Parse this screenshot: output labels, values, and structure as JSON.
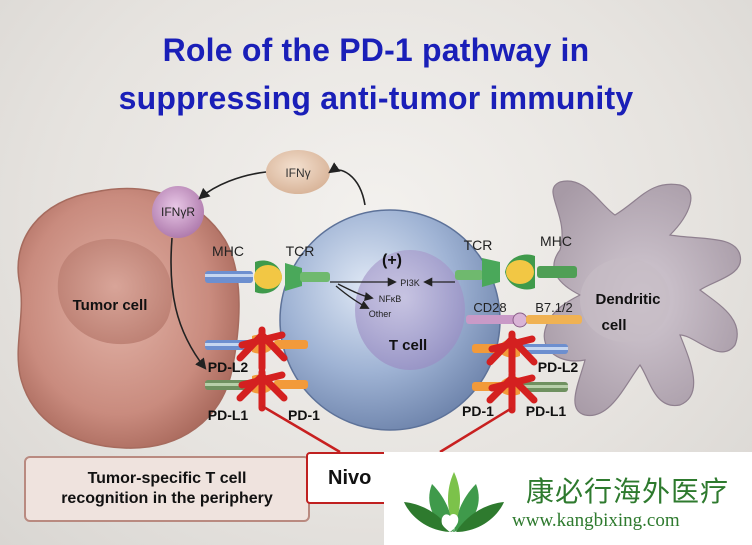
{
  "title": {
    "line1": "Role of the PD-1 pathway in",
    "line2": "suppressing anti-tumor immunity"
  },
  "labels": {
    "ifng": "IFNγ",
    "ifngr": "IFNγR",
    "mhc_left": "MHC",
    "tcr_left": "TCR",
    "plus": "(+)",
    "tcr_right": "TCR",
    "mhc_right": "MHC",
    "pi3k": "PI3K",
    "nfkb": "NFκB",
    "other": "Other",
    "tumor_cell": "Tumor cell",
    "t_cell": "T cell",
    "dendritic_line1": "Dendritic",
    "dendritic_line2": "cell",
    "cd28": "CD28",
    "b7": "B7.1/2",
    "pdl2_left": "PD-L2",
    "pdl1_left": "PD-L1",
    "pd1_left": "PD-1",
    "pd1_right": "PD-1",
    "pdl2_right": "PD-L2",
    "pdl1_right": "PD-L1"
  },
  "caption": {
    "line1": "Tumor-specific T cell",
    "line2": "recognition in the periphery"
  },
  "nivo": "Nivo",
  "watermark": {
    "chinese": "康必行海外医疗",
    "url": "www.kangbixing.com",
    "logo": "lotus-logo"
  },
  "colors": {
    "title": "#1a1fb8",
    "tumor": "#c98b7e",
    "tcell": "#8fa5c9",
    "dendritic": "#b9aeb8",
    "antibody": "#d42020",
    "watermark": "#2e7a2e"
  }
}
